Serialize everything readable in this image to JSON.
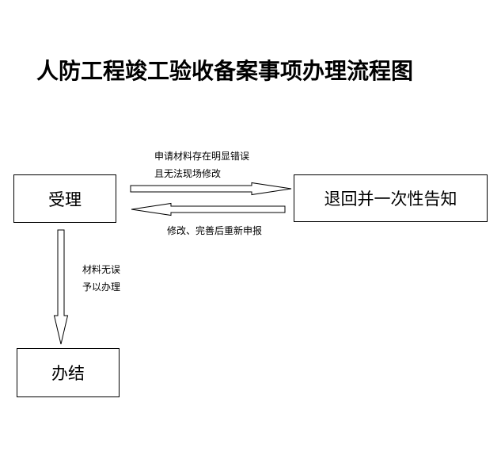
{
  "diagram": {
    "title": "人防工程竣工验收备案事项办理流程图",
    "nodes": {
      "accept": "受理",
      "return_notify": "退回并一次性告知",
      "done": "办结"
    },
    "edges": {
      "to_return": [
        "申请材料存在明显错误",
        "且无法现场修改"
      ],
      "back_to_accept": [
        "修改、完善后重新申报"
      ],
      "to_done": [
        "材料无误",
        "予以办理"
      ]
    }
  }
}
